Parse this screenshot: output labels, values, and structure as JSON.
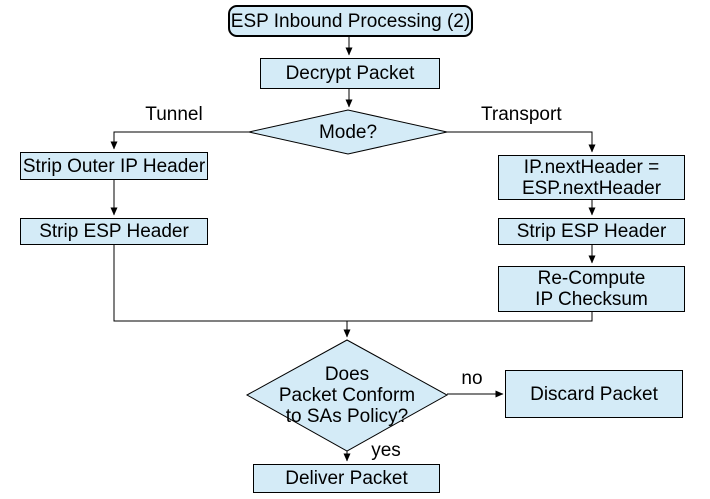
{
  "diagram": {
    "type": "flowchart",
    "title": "ESP Inbound Processing (2)",
    "colors": {
      "background": "#ffffff",
      "node_fill": "#d4ebf7",
      "node_border": "#000000",
      "connector": "#000000",
      "text": "#000000"
    },
    "nodes": {
      "start": {
        "label": "ESP Inbound Processing (2)",
        "shape": "rounded-rectangle"
      },
      "decrypt": {
        "label": "Decrypt Packet",
        "shape": "rectangle"
      },
      "mode": {
        "label": "Mode?",
        "shape": "diamond"
      },
      "strip_outer_ip": {
        "label": "Strip Outer IP Header",
        "shape": "rectangle"
      },
      "strip_esp_tunnel": {
        "label": "Strip ESP Header",
        "shape": "rectangle"
      },
      "ip_next_header": {
        "label": "IP.nextHeader =\nESP.nextHeader",
        "shape": "rectangle"
      },
      "strip_esp_transport": {
        "label": "Strip ESP Header",
        "shape": "rectangle"
      },
      "recompute_checksum": {
        "label": "Re-Compute\nIP Checksum",
        "shape": "rectangle"
      },
      "policy_check": {
        "label": "Does\nPacket Conform\nto SAs Policy?",
        "shape": "diamond"
      },
      "discard": {
        "label": "Discard Packet",
        "shape": "rectangle"
      },
      "deliver": {
        "label": "Deliver Packet",
        "shape": "rectangle"
      }
    },
    "edge_labels": {
      "tunnel": "Tunnel",
      "transport": "Transport",
      "no": "no",
      "yes": "yes"
    }
  }
}
